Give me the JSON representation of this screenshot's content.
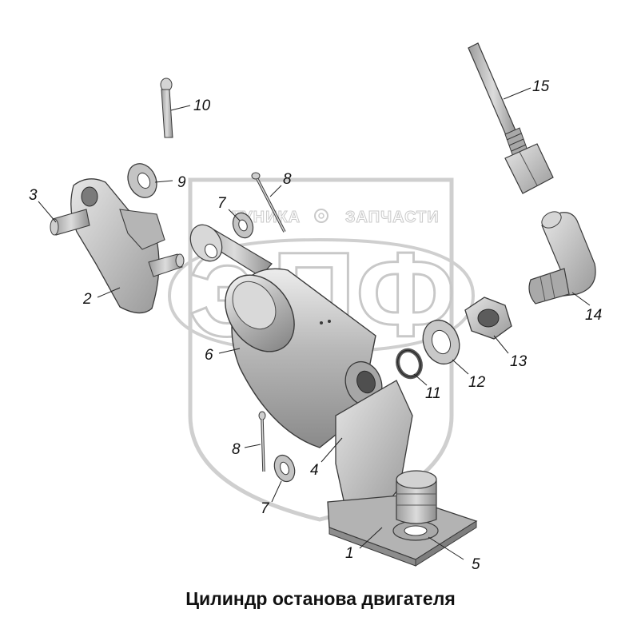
{
  "caption": "Цилиндр останова двигателя",
  "watermark": {
    "brand_left": "ТУНИКА",
    "brand_right": "ЗАПЧАСТИ",
    "logo_letters": "ЭПФ"
  },
  "callouts": {
    "c1": "1",
    "c2": "2",
    "c3": "3",
    "c4": "4",
    "c5": "5",
    "c6": "6",
    "c7a": "7",
    "c7b": "7",
    "c8a": "8",
    "c8b": "8",
    "c9": "9",
    "c10": "10",
    "c11": "11",
    "c12": "12",
    "c13": "13",
    "c14": "14",
    "c15": "15"
  },
  "colors": {
    "part_fill": "#b9b9b9",
    "part_dark": "#8c8c8c",
    "part_light": "#e2e2e2",
    "outline": "#3a3a3a",
    "leader": "#222222",
    "watermark": "#c8c8c8"
  }
}
